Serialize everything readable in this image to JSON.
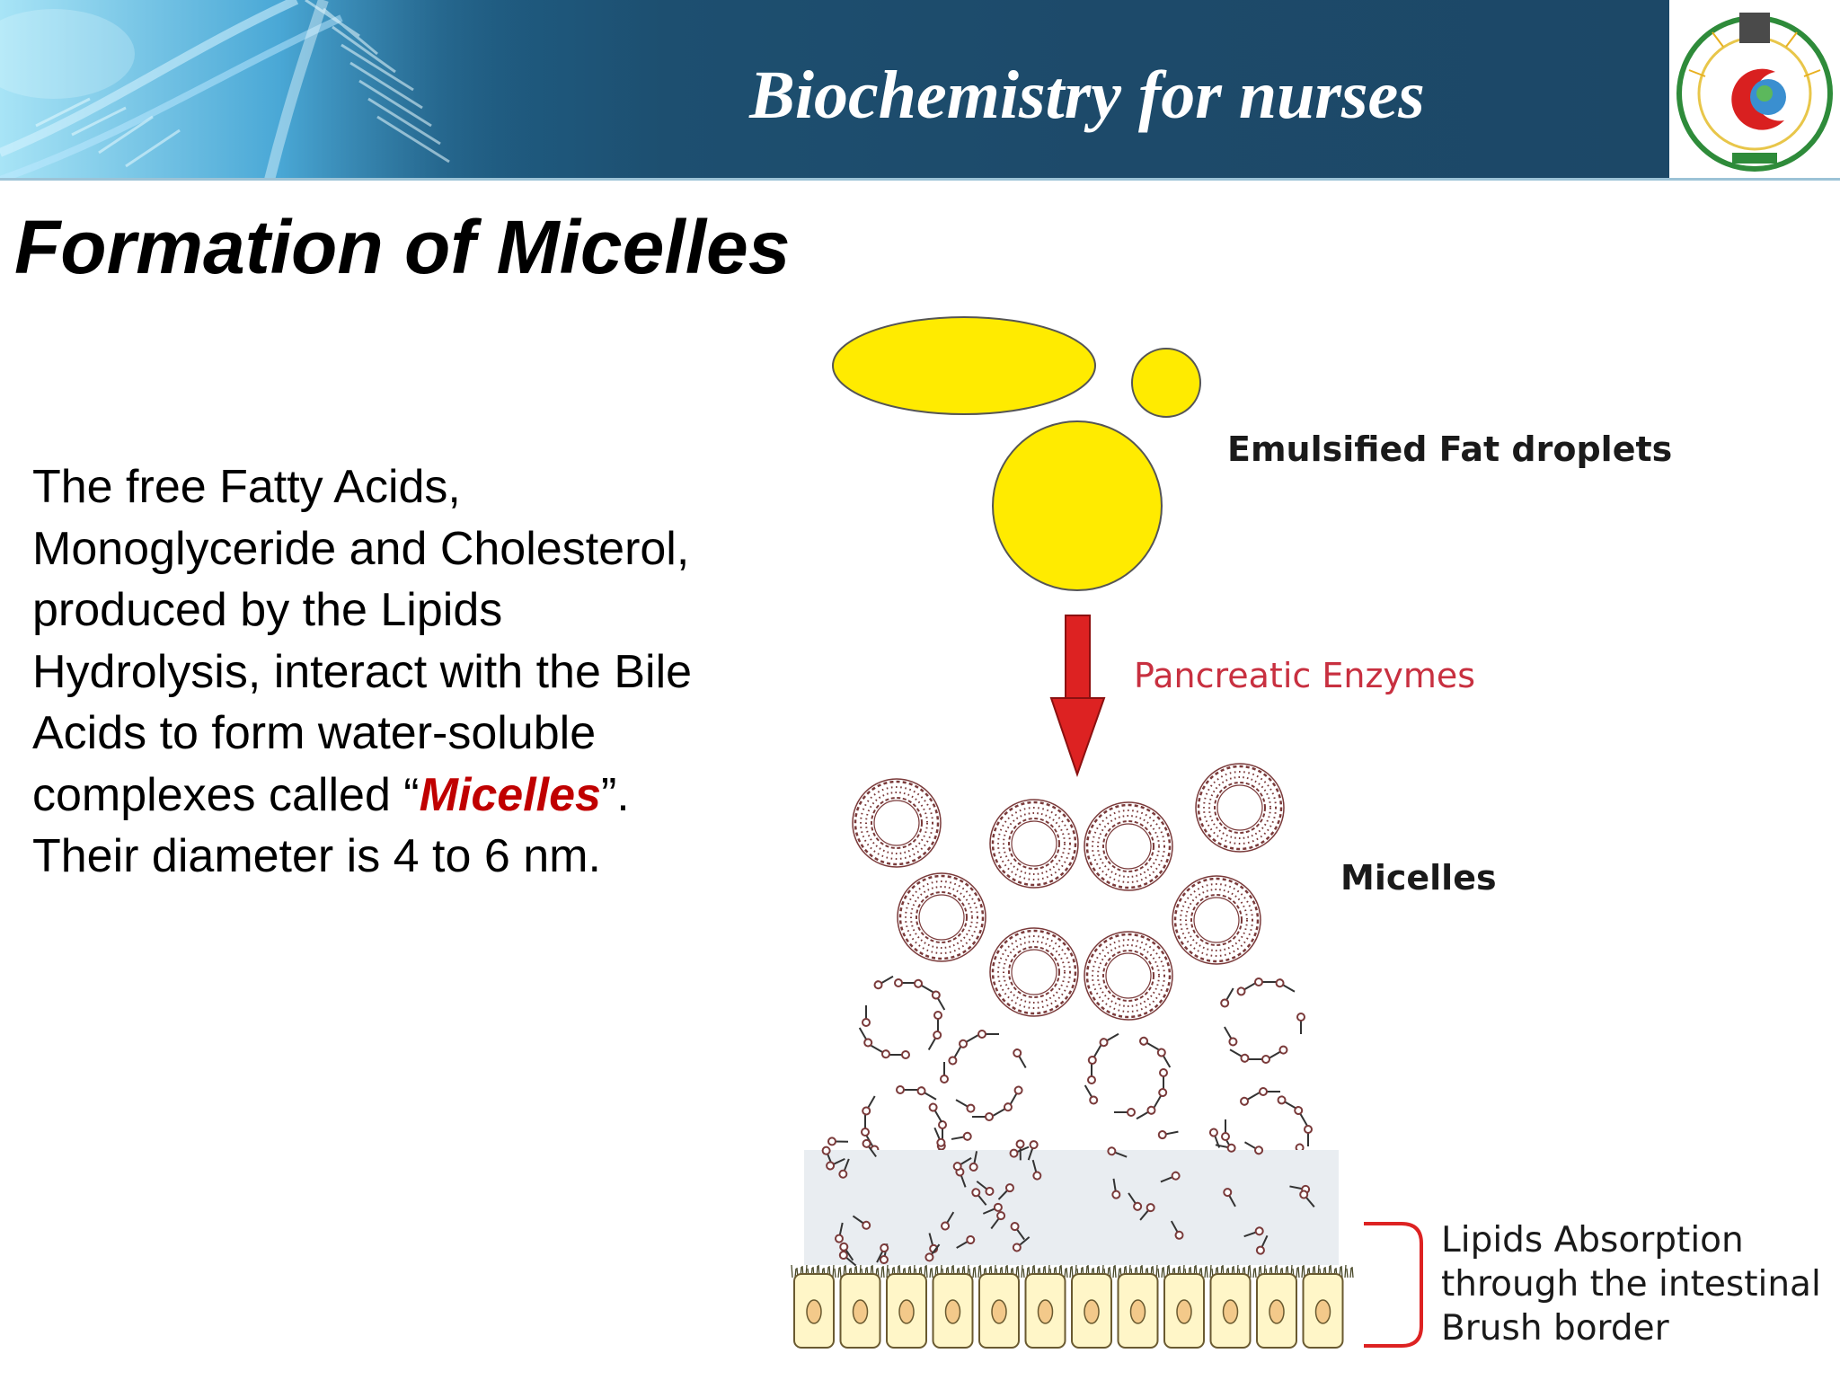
{
  "header": {
    "course_title": "Biochemistry for nurses",
    "banner_color": "#1d4a6a",
    "logo_icon": "faculty-of-nursing-seal"
  },
  "slide": {
    "title": "Formation of Micelles",
    "body_lines": [
      "The free Fatty Acids,",
      "Monoglyceride and Cholesterol,",
      "produced by the Lipids",
      "Hydrolysis, interact with the Bile",
      "Acids to form water-soluble"
    ],
    "body_line6_before": "complexes called “",
    "body_line6_highlight": "Micelles",
    "body_line6_after": "”.",
    "body_line7": "Their diameter is 4 to 6 nm.",
    "highlight_color": "#c00000"
  },
  "diagram": {
    "droplets_label": "Emulsified Fat droplets",
    "enzymes_label": "Pancreatic Enzymes",
    "micelles_label": "Micelles",
    "absorption_label_lines": [
      "Lipids Absorption",
      "through the intestinal",
      "Brush border"
    ],
    "droplet_color": "#ffeb00",
    "arrow_color": "#dd2222",
    "micelle_color": "#7a3a3a",
    "bracket_color": "#dd2222"
  }
}
